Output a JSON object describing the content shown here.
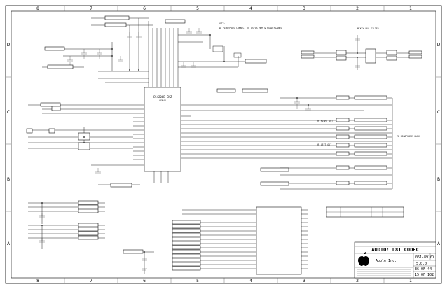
{
  "frame": {
    "columns": [
      "8",
      "7",
      "6",
      "5",
      "4",
      "3",
      "2",
      "1"
    ],
    "rows": [
      "D",
      "C",
      "B",
      "A"
    ]
  },
  "codec": {
    "name": "CS4206B-CNZ",
    "sub": "QFN48"
  },
  "notes": {
    "title": "NOTE:",
    "line": "NO PINS/PADS CONNECT TO LS/LS HPR & RGND PLANES"
  },
  "amp": {
    "title": "MIKEY BUS FILTER"
  },
  "header_jack": {
    "label": "TO HEADPHONE JACK"
  },
  "label_2": "HP_RIGHT_OUT",
  "label_3": "HP_LEFT_OUT",
  "title_block": {
    "title": "AUDIO: L81 CODEC",
    "company": "Apple Inc.",
    "revision": "5.0.0",
    "doc_no": "051-8910",
    "sheet": "36 OF 44",
    "page": "15 OF 102",
    "rev": "D"
  },
  "colors": {
    "ink": "#111111",
    "paper": "#ffffff"
  }
}
